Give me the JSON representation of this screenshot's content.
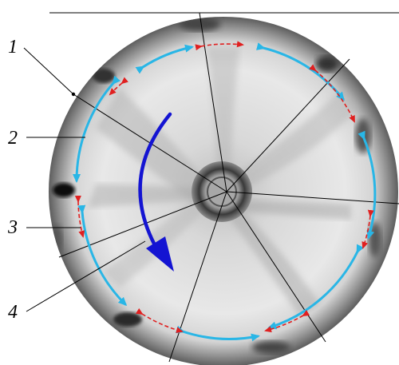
{
  "callouts": [
    {
      "number": "1"
    },
    {
      "number": "2"
    },
    {
      "number": "3"
    },
    {
      "number": "4"
    }
  ],
  "colors": {
    "background": "#ffffff",
    "disk_dark": "#1a1a1a",
    "disk_light": "#e6e6e6",
    "blue_arc": "#29b6e6",
    "red_arc": "#e02020",
    "rotation_arrow": "#1414d2",
    "lines": "#000000"
  }
}
